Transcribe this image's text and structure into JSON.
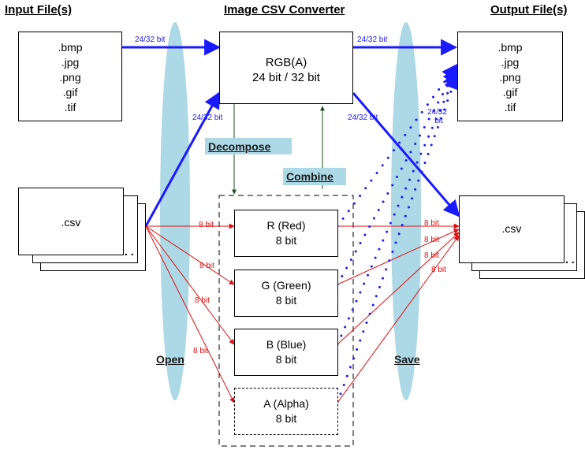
{
  "headers": {
    "input": "Input File(s)",
    "converter": "Image CSV Converter",
    "output": "Output File(s)"
  },
  "input_formats": [
    ".bmp",
    ".jpg",
    ".png",
    ".gif",
    ".tif"
  ],
  "output_formats": [
    ".bmp",
    ".jpg",
    ".png",
    ".gif",
    ".tif"
  ],
  "rgba_box": [
    "RGB(A)",
    "24 bit / 32 bit"
  ],
  "csv_label": ".csv",
  "stack_more": ". .",
  "channels": [
    {
      "name": "R (Red)",
      "bits": "8 bit"
    },
    {
      "name": "G (Green)",
      "bits": "8 bit"
    },
    {
      "name": "B (Blue)",
      "bits": "8 bit"
    },
    {
      "name": "A (Alpha)",
      "bits": "8 bit"
    }
  ],
  "actions": {
    "decompose": "Decompose",
    "combine": "Combine",
    "open": "Open",
    "save": "Save"
  },
  "edge_labels": {
    "bit24_32": "24/32 bit",
    "bit24_32_split": [
      "24/32",
      "bit"
    ],
    "bit8": "8 bit"
  },
  "colors": {
    "blue_arrow": "#1a1aff",
    "red_arrow": "#e01010",
    "dark_arrow": "#1f4e1f",
    "ellipse": "#add8e6"
  }
}
